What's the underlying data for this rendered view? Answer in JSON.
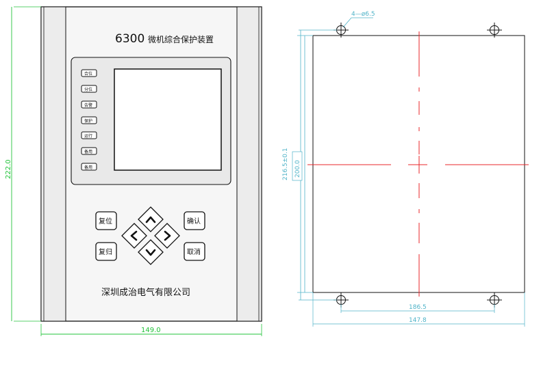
{
  "front_panel": {
    "model": "6300",
    "title": "微机综合保护装置",
    "indicator_labels": [
      "合位",
      "分位",
      "告警",
      "保护",
      "运行",
      "备用",
      "备用"
    ],
    "buttons": {
      "reset": "复位",
      "confirm": "确认",
      "return": "复归",
      "cancel": "取消"
    },
    "company": "深圳成治电气有限公司",
    "dims": {
      "height": "222.0",
      "width": "149.0"
    }
  },
  "cutout": {
    "hole_note": "4—ø6.5",
    "dims": {
      "outer_height": "216.5±0.1",
      "inner_height": "200.0",
      "hole_spacing": "186.5",
      "width": "147.8"
    }
  },
  "colors": {
    "line": "#111111",
    "dim_green": "#22c33a",
    "dim_cyan": "#4fb3c8",
    "center_red": "#e8242a"
  }
}
